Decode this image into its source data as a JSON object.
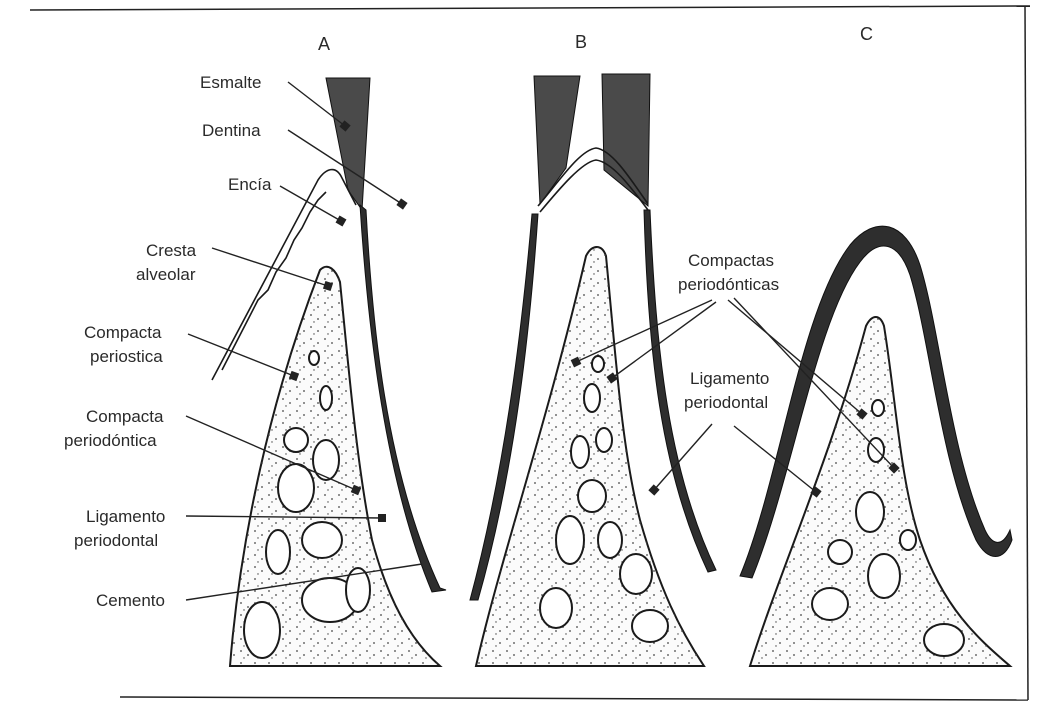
{
  "panels": {
    "a": "A",
    "b": "B",
    "c": "C"
  },
  "labels": {
    "esmalte": "Esmalte",
    "dentina": "Dentina",
    "encia": "Encía",
    "cresta_1": "Cresta",
    "cresta_2": "alveolar",
    "compacta_periostica_1": "Compacta",
    "compacta_periostica_2": "periostica",
    "compacta_periodontica_1": "Compacta",
    "compacta_periodontica_2": "periodóntica",
    "ligamento_a_1": "Ligamento",
    "ligamento_a_2": "periodontal",
    "cemento": "Cemento",
    "compactas_periodonticas_1": "Compactas",
    "compactas_periodonticas_2": "periodónticas",
    "ligamento_b_1": "Ligamento",
    "ligamento_b_2": "periodontal"
  }
}
